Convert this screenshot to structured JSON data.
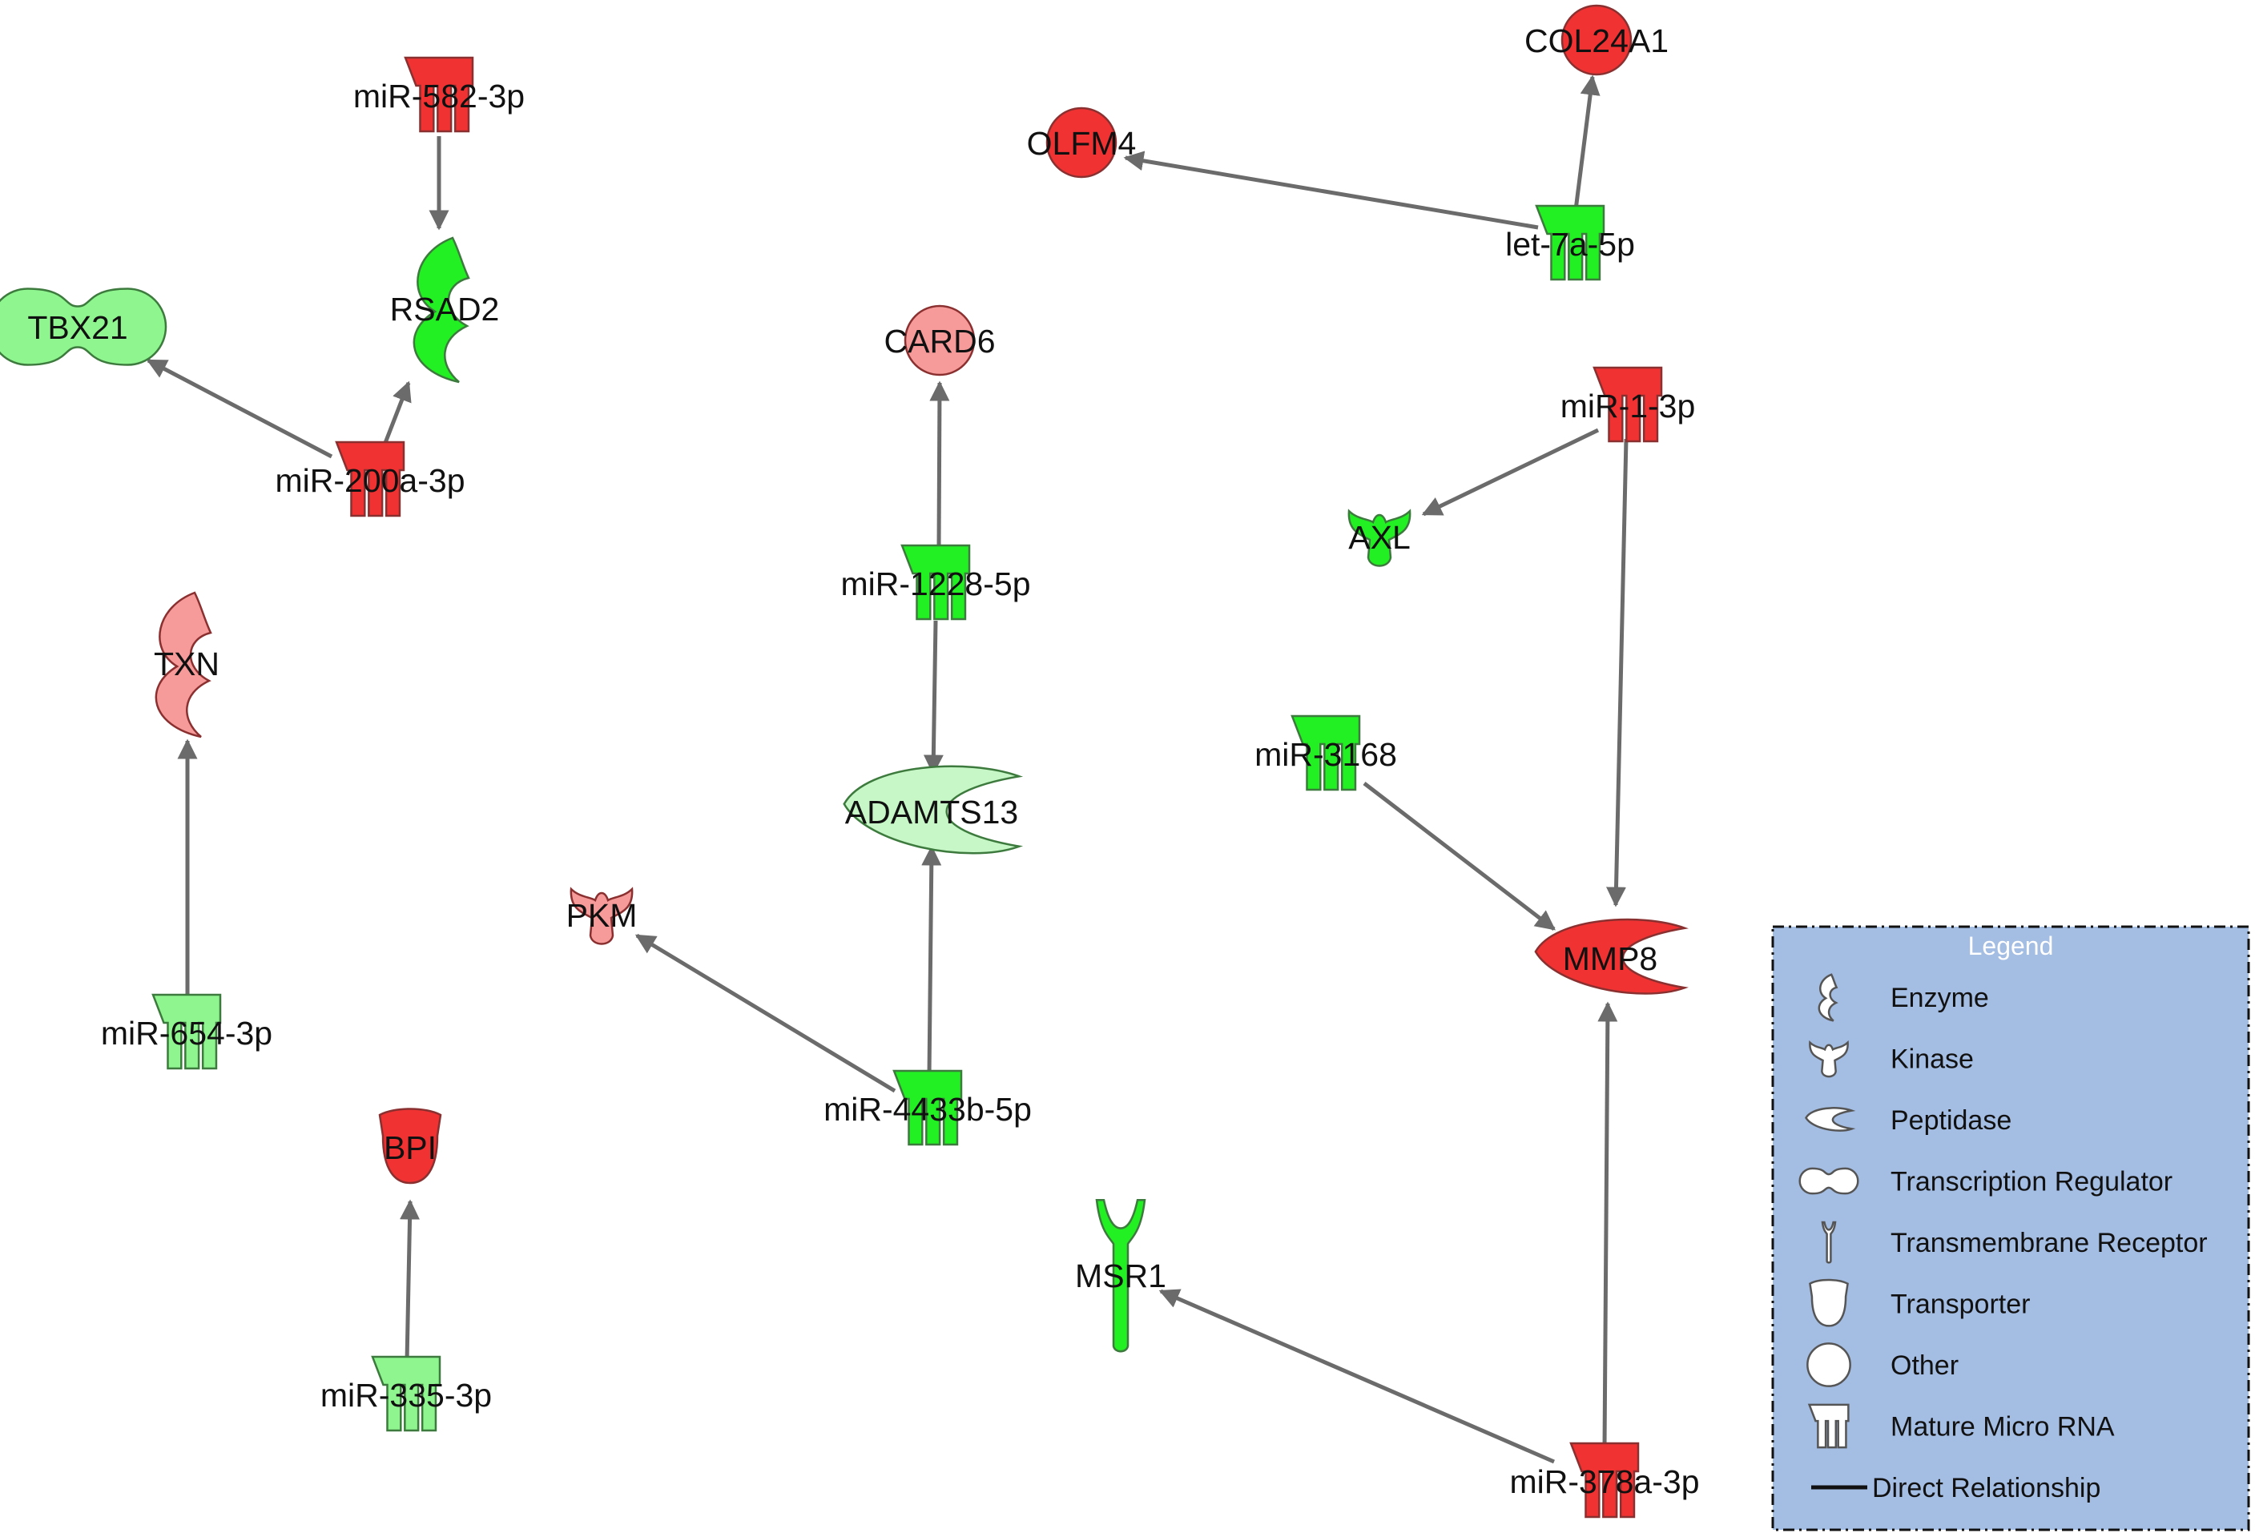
{
  "colors": {
    "red": "#f03232",
    "light_red": "#f79a9a",
    "green": "#22f022",
    "light_green": "#8ff58f",
    "pale_green": "#c7f7c7",
    "edge": "#6b6b6b",
    "legend_bg": "#a4bde3"
  },
  "nodes": [
    {
      "id": "miR-582-3p",
      "label": "miR-582-3p",
      "shape": "mirna",
      "fill": "red"
    },
    {
      "id": "RSAD2",
      "label": "RSAD2",
      "shape": "enzyme",
      "fill": "green"
    },
    {
      "id": "TBX21",
      "label": "TBX21",
      "shape": "transcription-regulator",
      "fill": "light_green"
    },
    {
      "id": "miR-200a-3p",
      "label": "miR-200a-3p",
      "shape": "mirna",
      "fill": "red"
    },
    {
      "id": "TXN",
      "label": "TXN",
      "shape": "enzyme",
      "fill": "light_red"
    },
    {
      "id": "miR-654-3p",
      "label": "miR-654-3p",
      "shape": "mirna",
      "fill": "light_green"
    },
    {
      "id": "BPI",
      "label": "BPI",
      "shape": "transporter",
      "fill": "red"
    },
    {
      "id": "miR-335-3p",
      "label": "miR-335-3p",
      "shape": "mirna",
      "fill": "light_green"
    },
    {
      "id": "CARD6",
      "label": "CARD6",
      "shape": "other",
      "fill": "light_red"
    },
    {
      "id": "miR-1228-5p",
      "label": "miR-1228-5p",
      "shape": "mirna",
      "fill": "green"
    },
    {
      "id": "ADAMTS13",
      "label": "ADAMTS13",
      "shape": "peptidase",
      "fill": "pale_green"
    },
    {
      "id": "PKM",
      "label": "PKM",
      "shape": "kinase",
      "fill": "light_red"
    },
    {
      "id": "miR-4433b-5p",
      "label": "miR-4433b-5p",
      "shape": "mirna",
      "fill": "green"
    },
    {
      "id": "OLFM4",
      "label": "OLFM4",
      "shape": "other",
      "fill": "red"
    },
    {
      "id": "COL24A1",
      "label": "COL24A1",
      "shape": "other",
      "fill": "red"
    },
    {
      "id": "let-7a-5p",
      "label": "let-7a-5p",
      "shape": "mirna",
      "fill": "green"
    },
    {
      "id": "miR-1-3p",
      "label": "miR-1-3p",
      "shape": "mirna",
      "fill": "red"
    },
    {
      "id": "AXL",
      "label": "AXL",
      "shape": "kinase",
      "fill": "green"
    },
    {
      "id": "miR-3168",
      "label": "miR-3168",
      "shape": "mirna",
      "fill": "green"
    },
    {
      "id": "MMP8",
      "label": "MMP8",
      "shape": "peptidase",
      "fill": "red"
    },
    {
      "id": "MSR1",
      "label": "MSR1",
      "shape": "transmembrane-receptor",
      "fill": "green"
    },
    {
      "id": "miR-378a-3p",
      "label": "miR-378a-3p",
      "shape": "mirna",
      "fill": "red"
    }
  ],
  "edges": [
    {
      "from": "miR-582-3p",
      "to": "RSAD2"
    },
    {
      "from": "miR-200a-3p",
      "to": "RSAD2"
    },
    {
      "from": "miR-200a-3p",
      "to": "TBX21"
    },
    {
      "from": "miR-654-3p",
      "to": "TXN"
    },
    {
      "from": "miR-335-3p",
      "to": "BPI"
    },
    {
      "from": "miR-1228-5p",
      "to": "CARD6"
    },
    {
      "from": "miR-1228-5p",
      "to": "ADAMTS13"
    },
    {
      "from": "miR-4433b-5p",
      "to": "ADAMTS13"
    },
    {
      "from": "miR-4433b-5p",
      "to": "PKM"
    },
    {
      "from": "let-7a-5p",
      "to": "OLFM4"
    },
    {
      "from": "let-7a-5p",
      "to": "COL24A1"
    },
    {
      "from": "miR-1-3p",
      "to": "AXL"
    },
    {
      "from": "miR-1-3p",
      "to": "MMP8"
    },
    {
      "from": "miR-3168",
      "to": "MMP8"
    },
    {
      "from": "miR-378a-3p",
      "to": "MMP8"
    },
    {
      "from": "miR-378a-3p",
      "to": "MSR1"
    }
  ],
  "legend": {
    "title": "Legend",
    "items": [
      {
        "label": "Enzyme",
        "icon": "enzyme-icon"
      },
      {
        "label": "Kinase",
        "icon": "kinase-icon"
      },
      {
        "label": "Peptidase",
        "icon": "peptidase-icon"
      },
      {
        "label": "Transcription Regulator",
        "icon": "transcription-regulator-icon"
      },
      {
        "label": "Transmembrane Receptor",
        "icon": "transmembrane-receptor-icon"
      },
      {
        "label": "Transporter",
        "icon": "transporter-icon"
      },
      {
        "label": "Other",
        "icon": "other-icon"
      },
      {
        "label": "Mature Micro RNA",
        "icon": "mirna-icon"
      },
      {
        "label": "Direct Relationship",
        "icon": "direct-relationship-icon"
      }
    ]
  }
}
